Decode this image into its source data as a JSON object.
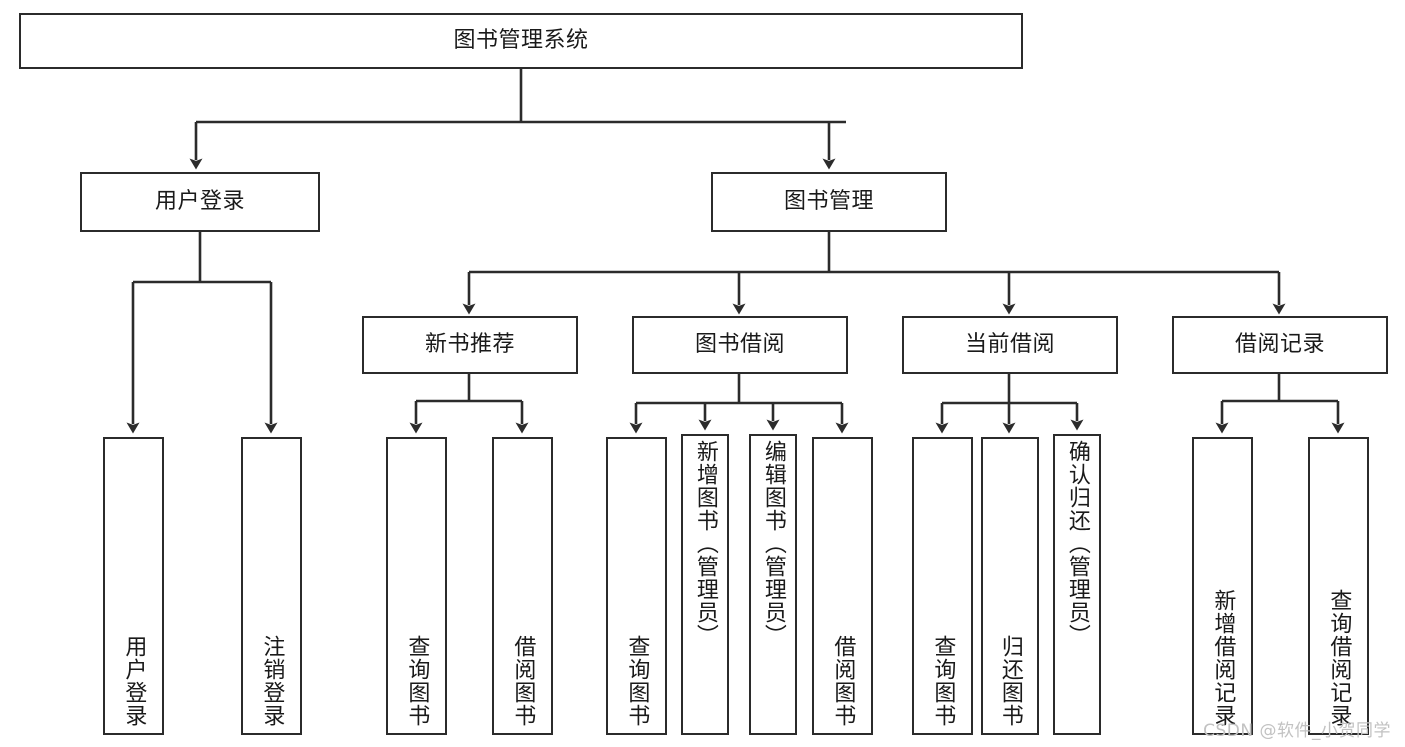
{
  "diagram": {
    "title_node": {
      "label": "图书管理系统"
    },
    "level2": [
      {
        "id": "user-login",
        "label": "用户登录"
      },
      {
        "id": "book-management",
        "label": "图书管理"
      }
    ],
    "level3": [
      {
        "id": "new-book-recommend",
        "label": "新书推荐"
      },
      {
        "id": "book-borrow",
        "label": "图书借阅"
      },
      {
        "id": "current-borrow",
        "label": "当前借阅"
      },
      {
        "id": "borrow-record",
        "label": "借阅记录"
      }
    ],
    "leaves": [
      {
        "id": "leaf-user-login",
        "label": "用户登录",
        "parent": "user-login"
      },
      {
        "id": "leaf-user-logout",
        "label": "注销登录",
        "parent": "user-login"
      },
      {
        "id": "leaf-query-book-1",
        "label": "查询图书",
        "parent": "new-book-recommend"
      },
      {
        "id": "leaf-borrow-book-1",
        "label": "借阅图书",
        "parent": "new-book-recommend"
      },
      {
        "id": "leaf-query-book-2",
        "label": "查询图书",
        "parent": "book-borrow"
      },
      {
        "id": "leaf-add-book",
        "label": "新增图书（管理员）",
        "parent": "book-borrow"
      },
      {
        "id": "leaf-edit-book",
        "label": "编辑图书（管理员）",
        "parent": "book-borrow"
      },
      {
        "id": "leaf-borrow-book-2",
        "label": "借阅图书",
        "parent": "book-borrow"
      },
      {
        "id": "leaf-query-book-3",
        "label": "查询图书",
        "parent": "current-borrow"
      },
      {
        "id": "leaf-return-book",
        "label": "归还图书",
        "parent": "current-borrow"
      },
      {
        "id": "leaf-confirm-return",
        "label": "确认归还（管理员）",
        "parent": "current-borrow"
      },
      {
        "id": "leaf-add-record",
        "label": "新增借阅记录",
        "parent": "borrow-record"
      },
      {
        "id": "leaf-query-record",
        "label": "查询借阅记录",
        "parent": "borrow-record"
      }
    ],
    "watermark": "CSDN @软件_小贺同学",
    "colors": {
      "stroke": "#2b2b2b",
      "fill": "#ffffff",
      "text": "#1a1a1a",
      "watermark": "#c2c2c2"
    }
  }
}
